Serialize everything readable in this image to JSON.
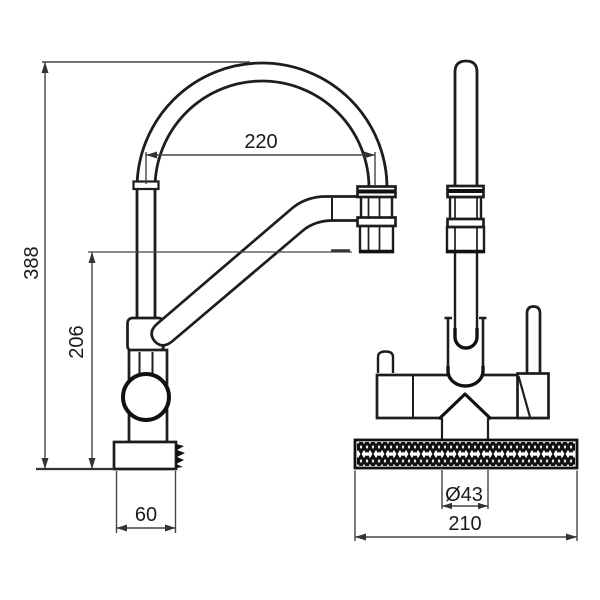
{
  "drawing": {
    "colors": {
      "background": "#ffffff",
      "part_line": "#1d1d1d",
      "bold_line": "#111111",
      "dimension_line": "#444444",
      "text": "#1a1a1a"
    },
    "dimensions": {
      "total_height": "388",
      "spout_outlet_height": "206",
      "spout_reach": "220",
      "base_width": "60",
      "shank_diameter": "Ø43",
      "mounting_width": "210"
    }
  }
}
